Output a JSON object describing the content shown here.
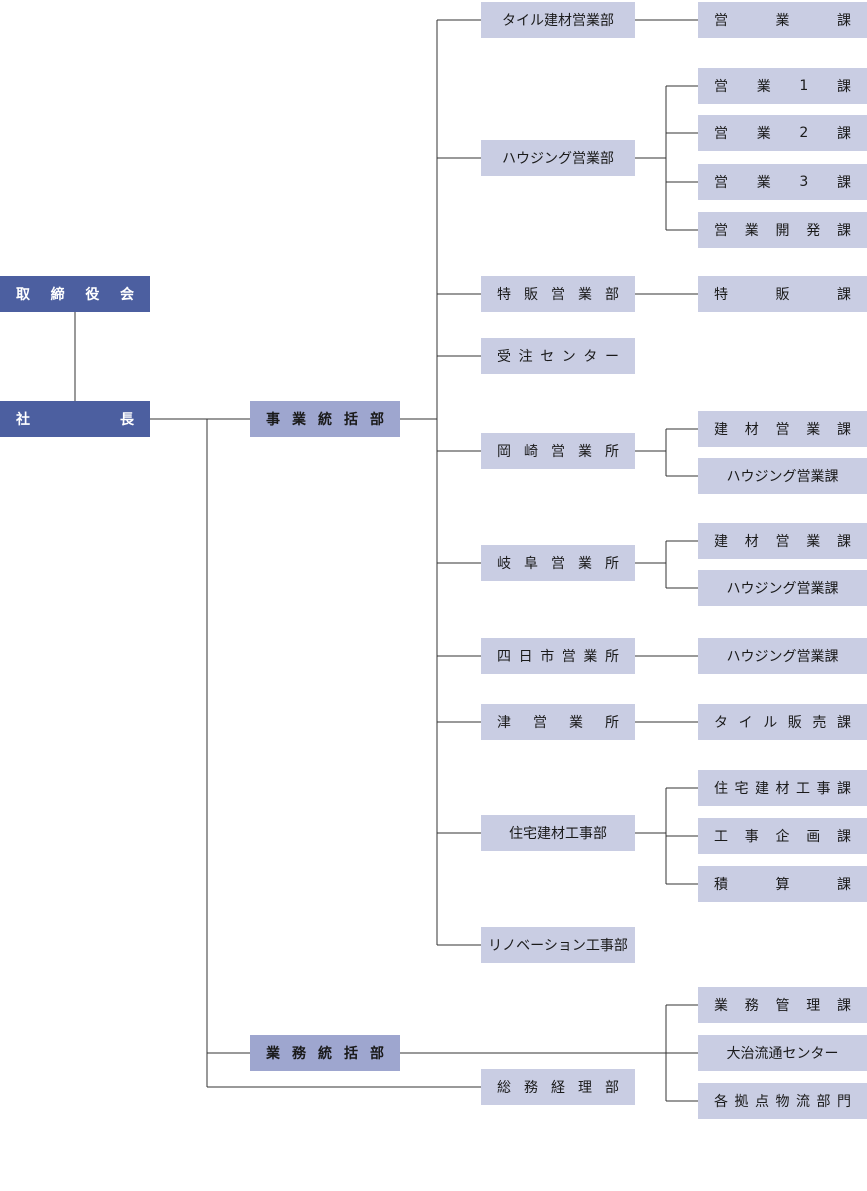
{
  "top": {
    "board": [
      "取",
      "締",
      "役",
      "会"
    ],
    "president": [
      "社",
      "長"
    ]
  },
  "hubs": {
    "jigyou": [
      "事",
      "業",
      "統",
      "括",
      "部"
    ],
    "gyoumu": [
      "業",
      "務",
      "統",
      "括",
      "部"
    ],
    "soumu": [
      "総",
      "務",
      "経",
      "理",
      "部"
    ]
  },
  "depts": [
    {
      "id": "tile",
      "label": "タイル建材営業部"
    },
    {
      "id": "housing",
      "label": "ハウジング営業部"
    },
    {
      "id": "tokuhan",
      "label": [
        "特",
        "販",
        "営",
        "業",
        "部"
      ]
    },
    {
      "id": "juchu",
      "label": [
        "受",
        "注",
        "セ",
        "ン",
        "タ",
        "ー"
      ]
    },
    {
      "id": "okazaki",
      "label": [
        "岡",
        "崎",
        "営",
        "業",
        "所"
      ]
    },
    {
      "id": "gifu",
      "label": [
        "岐",
        "阜",
        "営",
        "業",
        "所"
      ]
    },
    {
      "id": "yokkaichi",
      "label": [
        "四",
        "日",
        "市",
        "営",
        "業",
        "所"
      ]
    },
    {
      "id": "tsu",
      "label": [
        "津",
        "営",
        "業",
        "所"
      ]
    },
    {
      "id": "jutaku",
      "label": "住宅建材工事部"
    },
    {
      "id": "renov",
      "label": "リノベーション工事部"
    }
  ],
  "sections": [
    {
      "id": "s_tile",
      "label": [
        "営",
        "業",
        "課"
      ]
    },
    {
      "id": "s_h1",
      "label": [
        "営",
        "業",
        "1",
        "課"
      ]
    },
    {
      "id": "s_h2",
      "label": [
        "営",
        "業",
        "2",
        "課"
      ]
    },
    {
      "id": "s_h3",
      "label": [
        "営",
        "業",
        "3",
        "課"
      ]
    },
    {
      "id": "s_hk",
      "label": [
        "営",
        "業",
        "開",
        "発",
        "課"
      ]
    },
    {
      "id": "s_tok",
      "label": [
        "特",
        "販",
        "課"
      ]
    },
    {
      "id": "s_ok1",
      "label": [
        "建",
        "材",
        "営",
        "業",
        "課"
      ]
    },
    {
      "id": "s_ok2",
      "label": "ハウジング営業課"
    },
    {
      "id": "s_gf1",
      "label": [
        "建",
        "材",
        "営",
        "業",
        "課"
      ]
    },
    {
      "id": "s_gf2",
      "label": "ハウジング営業課"
    },
    {
      "id": "s_yk1",
      "label": "ハウジング営業課"
    },
    {
      "id": "s_tsu",
      "label": [
        "タ",
        "イ",
        "ル",
        "販",
        "売",
        "課"
      ]
    },
    {
      "id": "s_jt1",
      "label": [
        "住",
        "宅",
        "建",
        "材",
        "工",
        "事",
        "課"
      ]
    },
    {
      "id": "s_jt2",
      "label": [
        "工",
        "事",
        "企",
        "画",
        "課"
      ]
    },
    {
      "id": "s_jt3",
      "label": [
        "積",
        "算",
        "課"
      ]
    },
    {
      "id": "s_gm1",
      "label": [
        "業",
        "務",
        "管",
        "理",
        "課"
      ]
    },
    {
      "id": "s_gm2",
      "label": "大治流通センター"
    },
    {
      "id": "s_gm3",
      "label": [
        "各",
        "拠",
        "点",
        "物",
        "流",
        "部",
        "門"
      ]
    }
  ],
  "colors": {
    "dark": "#4c5fa0",
    "mid": "#9ea6cf",
    "light": "#c9cde3",
    "line": "#333333"
  }
}
